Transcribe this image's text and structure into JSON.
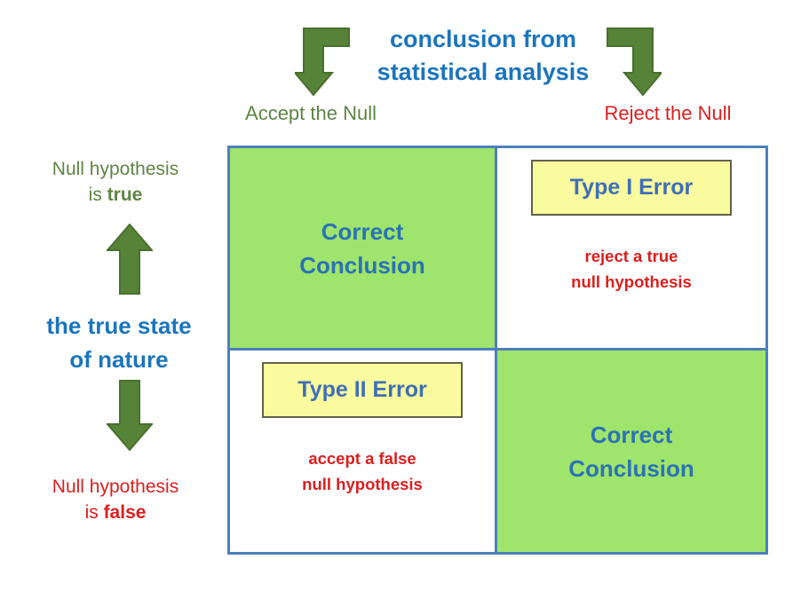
{
  "header": {
    "title_line1": "conclusion from",
    "title_line2": "statistical analysis",
    "accept_label": "Accept the Null",
    "reject_label": "Reject the Null"
  },
  "left_axis": {
    "true_label_line1": "Null hypothesis",
    "true_label_line2_prefix": "is ",
    "true_label_line2_bold": "true",
    "axis_title_line1": "the true state",
    "axis_title_line2": "of nature",
    "false_label_line1": "Null hypothesis",
    "false_label_line2_prefix": "is ",
    "false_label_line2_bold": "false"
  },
  "grid": {
    "top_left": {
      "label_line1": "Correct",
      "label_line2": "Conclusion"
    },
    "top_right": {
      "box_label": "Type I Error",
      "desc_line1": "reject a true",
      "desc_line2": "null hypothesis"
    },
    "bottom_left": {
      "box_label": "Type II Error",
      "desc_line1": "accept a false",
      "desc_line2": "null hypothesis"
    },
    "bottom_right": {
      "label_line1": "Correct",
      "label_line2": "Conclusion"
    }
  },
  "colors": {
    "heading_blue": "#1b75bc",
    "cell_text_blue": "#2b72b4",
    "error_text_blue": "#3f6fb6",
    "green_text": "#5d8544",
    "red_text": "#d8201f",
    "cell_green": "#9fe46d",
    "grid_border": "#4e7fba",
    "yellow_fill": "#fafa9e",
    "yellow_border": "#62624a",
    "arrow_fill": "#578339",
    "arrow_stroke": "#48702e"
  }
}
